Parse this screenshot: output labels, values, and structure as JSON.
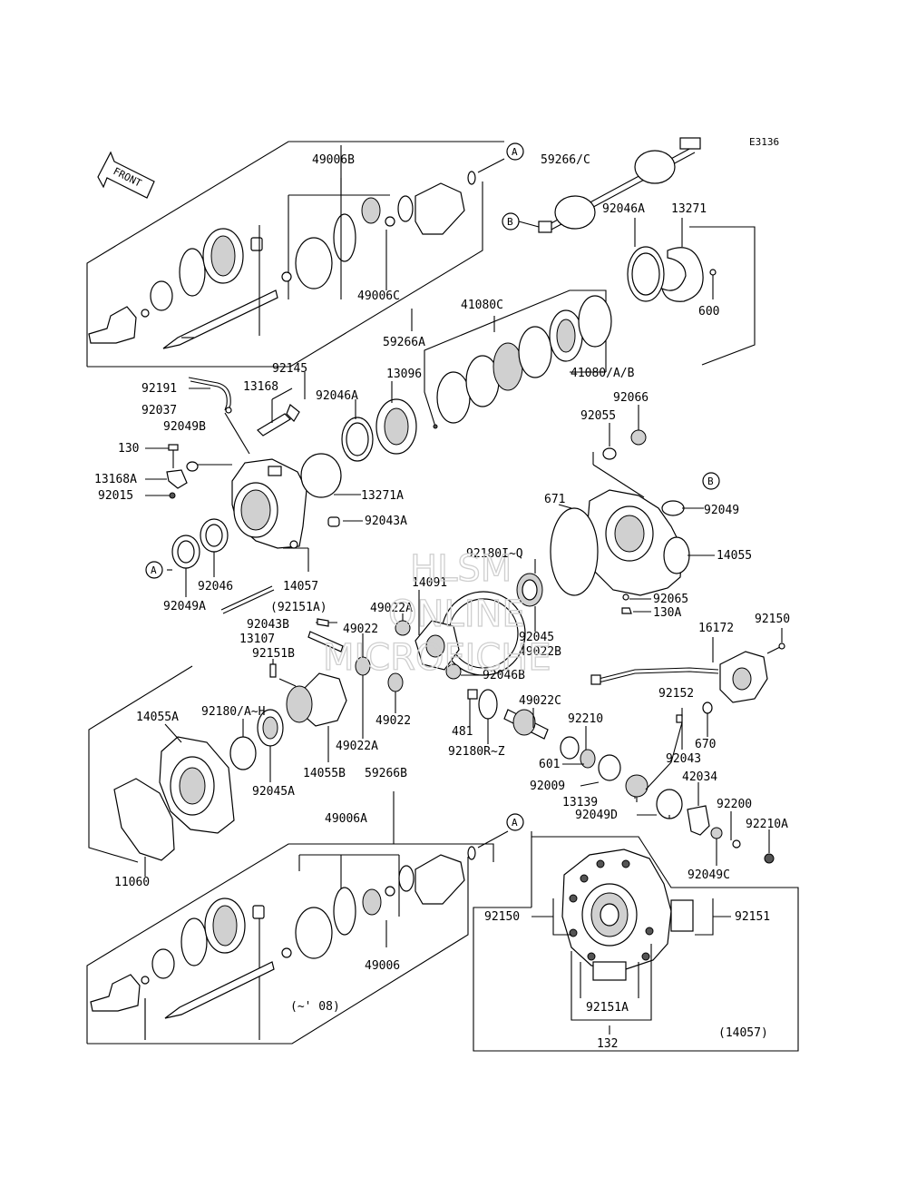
{
  "diagram_id": "E3136",
  "front_label": "FRONT",
  "watermark": [
    "HLSM",
    "ONLINE",
    "MICROFICHE"
  ],
  "callouts": {
    "A": "A",
    "B": "B"
  },
  "parts": {
    "p49006B": "49006B",
    "p59266C": "59266/C",
    "p13271": "13271",
    "p92046A_top": "92046A",
    "p600": "600",
    "p49006C": "49006C",
    "p59266A": "59266A",
    "p41080C": "41080C",
    "p41080AB": "41080/A/B",
    "p92145": "92145",
    "p13096": "13096",
    "p92191": "92191",
    "p13168": "13168",
    "p92046A_mid": "92046A",
    "p92037": "92037",
    "p92066": "92066",
    "p92049B": "92049B",
    "p92055": "92055",
    "p130": "130",
    "p13168A": "13168A",
    "p13271A": "13271A",
    "p92015": "92015",
    "p671": "671",
    "p92049": "92049",
    "p92043A": "92043A",
    "p92180IQ": "92180I~Q",
    "p14055": "14055",
    "p14091": "14091",
    "p14057": "14057",
    "p92046": "92046",
    "p92049A": "92049A",
    "p92151A_paren": "(92151A)",
    "p49022A_top": "49022A",
    "p92065": "92065",
    "p130A": "130A",
    "p92043B": "92043B",
    "p49022_top": "49022",
    "p92045_top": "92045",
    "p16172": "16172",
    "p92150_right": "92150",
    "p13107": "13107",
    "p49022B": "49022B",
    "p92151B": "92151B",
    "p92046B": "92046B",
    "p14055A": "14055A",
    "p92180AH": "92180/A~H",
    "p49022C": "49022C",
    "p92152": "92152",
    "p49022_mid": "49022",
    "p481": "481",
    "p92210": "92210",
    "p670": "670",
    "p49022A_mid": "49022A",
    "p92180RZ": "92180R~Z",
    "p14055B": "14055B",
    "p601": "601",
    "p92043": "92043",
    "p92045A": "92045A",
    "p92009": "92009",
    "p42034": "42034",
    "p59266B": "59266B",
    "p13139": "13139",
    "p92200": "92200",
    "p92049D": "92049D",
    "p49006A": "49006A",
    "p92210A": "92210A",
    "p11060": "11060",
    "p92049C": "92049C",
    "p92150_box": "92150",
    "p92151": "92151",
    "p49006": "49006",
    "p08": "(~' 08)",
    "p92151A_box": "92151A",
    "p132": "132",
    "p14057_box": "(14057)"
  }
}
